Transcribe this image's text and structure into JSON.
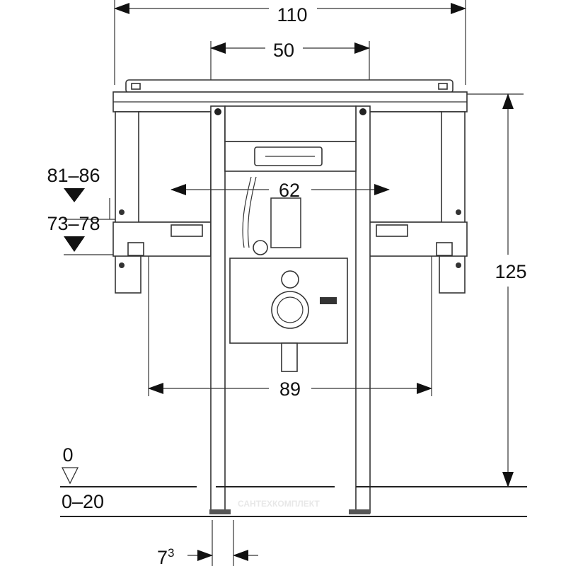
{
  "drawing": {
    "dimensions": {
      "overall_width": "110",
      "frame_post_spacing": "50",
      "bracket_spacing": "62",
      "lower_bracket_spacing": "89",
      "height": "125",
      "upper_height_range": "81–86",
      "lower_height_range": "73–78",
      "floor_level": "0",
      "floor_adjust_range": "0–20",
      "foot_width_base": "7",
      "foot_width_sup": "3"
    },
    "watermark": "САНТЕХКОМПЛЕКТ"
  }
}
